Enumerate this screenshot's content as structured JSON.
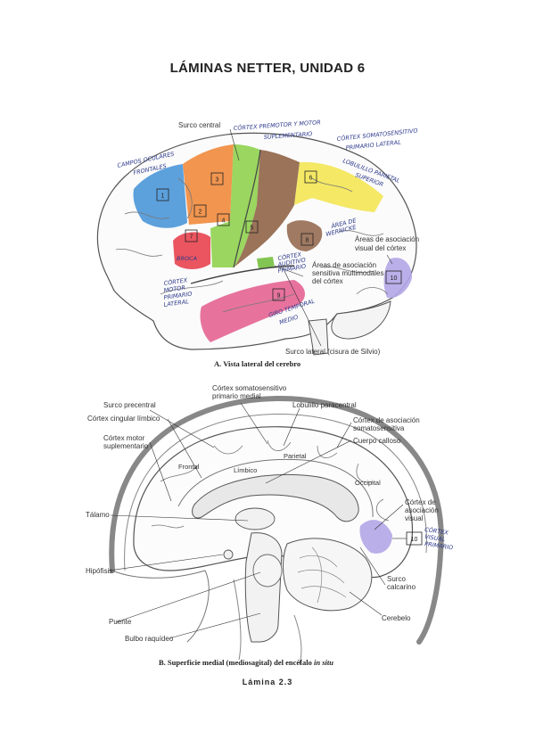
{
  "title": "LÁMINAS NETTER, UNIDAD 6",
  "footer": "Lámina 2.3",
  "figure_a": {
    "caption": "A. Vista lateral del cerebro",
    "printed_labels": {
      "surco_central": "Surco central",
      "asociacion_visual": [
        "Áreas de asociación",
        "visual del córtex"
      ],
      "asociacion_sensitiva": [
        "Áreas de asociación",
        "sensitiva multimodales",
        "del córtex"
      ],
      "surco_lateral": "Surco lateral (cisura de Silvio)"
    },
    "handwritten": {
      "campos_oculares": [
        "CAMPOS OCULARES",
        "FRONTALES"
      ],
      "premotor": [
        "CÓRTEX PREMOTOR Y MOTOR",
        "SUPLEMENTARIO"
      ],
      "somatosensitivo": [
        "CÓRTEX SOMATOSENSITIVO",
        "PRIMARIO LATERAL"
      ],
      "lobulillo_parietal": [
        "LOBULILLO PARIETAL",
        "SUPERIOR"
      ],
      "wernicke": [
        "ÁREA DE",
        "WERNICKE"
      ],
      "auditivo": [
        "CÓRTEX",
        "AUDITIVO",
        "PRIMARIO"
      ],
      "broca": "BROCA",
      "motor_lateral": [
        "CÓRTEX",
        "MOTOR",
        "PRIMARIO",
        "LATERAL"
      ],
      "giro_temporal": [
        "GIRO TEMPORAL",
        "MEDIO"
      ]
    },
    "area_numbers": [
      "1",
      "2",
      "3",
      "4",
      "5",
      "6",
      "7",
      "8",
      "9",
      "10"
    ],
    "colors": {
      "blue": "#3f8fd6",
      "orange": "#f08a3c",
      "green": "#8fd14f",
      "brown": "#8a5a3c",
      "yellow": "#f2e44a",
      "red": "#e8424f",
      "pink": "#e35a8c",
      "purple": "#b3a6e6",
      "lightgreen": "#7cc24a"
    }
  },
  "figure_b": {
    "caption_prefix": "B. Superficie medial (mediosagital) del encéfalo ",
    "caption_italic": "in situ",
    "labels": {
      "surco_precentral": "Surco precentral",
      "somatosensitivo_medial": [
        "Córtex somatosensitivo",
        "primario medial"
      ],
      "lobulillo_paracentral": "Lobulillo paracentral",
      "cingular": "Córtex cingular límbico",
      "asociacion_somatosensitiva": [
        "Córtex de asociación",
        "somatosensitiva"
      ],
      "cuerpo_calloso": "Cuerpo calloso",
      "motor_suplementario": [
        "Córtex motor",
        "suplementario"
      ],
      "frontal": "Frontal",
      "limbico": "Límbico",
      "parietal": "Parietal",
      "occipital": "Occipital",
      "asociacion_visual": [
        "Córtex de",
        "asociación",
        "visual"
      ],
      "talamo": "Tálamo",
      "hipofisis": "Hipófisis",
      "surco_calcarino": [
        "Surco",
        "calcarino"
      ],
      "puente": "Puente",
      "cerebelo": "Cerebelo",
      "bulbo": "Bulbo raquídeo",
      "area_10": "10",
      "visual_primario": [
        "CÓRTEX",
        "VISUAL",
        "PRIMARIO"
      ]
    }
  }
}
